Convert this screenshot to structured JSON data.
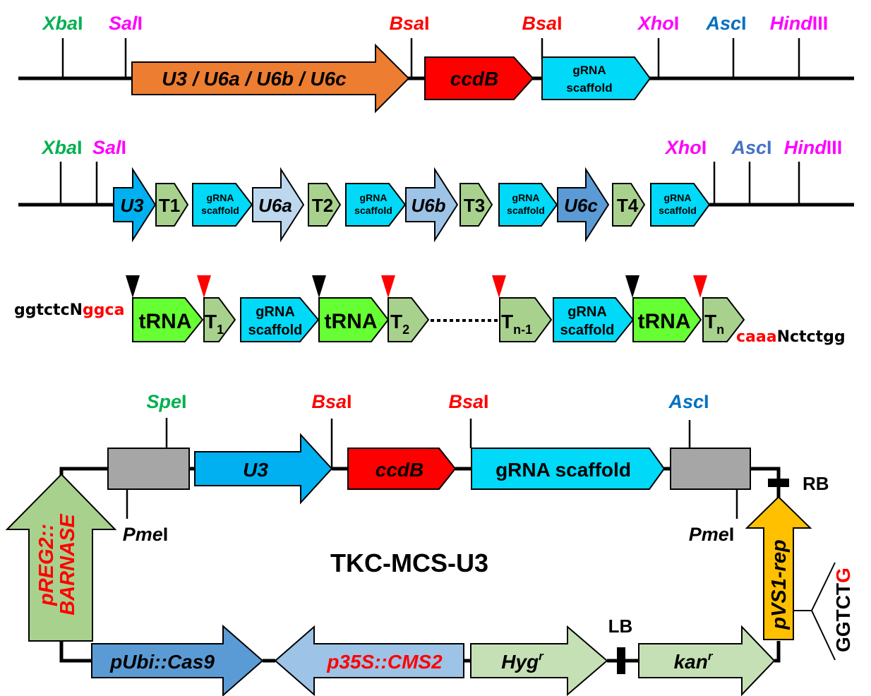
{
  "colors": {
    "green_site": "#00b050",
    "magenta_site": "#ff00ff",
    "red_site": "#ff0000",
    "blue_site": "#0070c0",
    "blue_site_light": "#4472c4",
    "orange_promoter": "#ed7d31",
    "ccdB_red": "#ff0000",
    "scaffold_cyan": "#00d9f7",
    "U3_blue": "#00b0f0",
    "U6a_blue": "#bdd7ee",
    "U6b_blue": "#9dc3e6",
    "U6c_blue": "#5b9bd5",
    "terminator_green": "#a9d18e",
    "tRNA_green": "#66ff33",
    "grey_box": "#a6a6a6",
    "barnase_green": "#a9d18e",
    "cas9_blue": "#5b9bd5",
    "cms2_blue": "#9dc3e6",
    "marker_green": "#c5e0b4",
    "rep_yellow": "#ffc000"
  },
  "panel1": {
    "sites": [
      {
        "italic": "Xba",
        "suffix": "I",
        "color": "#00b050"
      },
      {
        "italic": "Sal",
        "suffix": "I",
        "color": "#ff00ff"
      },
      {
        "italic": "Bsa",
        "suffix": "I",
        "color": "#ff0000"
      },
      {
        "italic": "Bsa",
        "suffix": "I",
        "color": "#ff0000"
      },
      {
        "italic": "Xho",
        "suffix": "I",
        "color": "#ff00ff"
      },
      {
        "italic": "Asc",
        "suffix": "I",
        "color": "#0070c0"
      },
      {
        "italic": "Hind",
        "suffix": "III",
        "color": "#ff00ff"
      }
    ],
    "promoter_label": "U3 / U6a / U6b / U6c",
    "ccdB_label": "ccdB",
    "scaffold_line1": "gRNA",
    "scaffold_line2": "scaffold"
  },
  "panel2": {
    "sites": [
      {
        "italic": "Xba",
        "suffix": "I",
        "color": "#00b050"
      },
      {
        "italic": "Sal",
        "suffix": "I",
        "color": "#ff00ff"
      },
      {
        "italic": "Xho",
        "suffix": "I",
        "color": "#ff00ff"
      },
      {
        "italic": "Asc",
        "suffix": "I",
        "color": "#4472c4"
      },
      {
        "italic": "Hind",
        "suffix": "III",
        "color": "#ff00ff"
      }
    ],
    "cassettes": [
      {
        "promoter": "U3",
        "terminator": "T1"
      },
      {
        "promoter": "U6a",
        "terminator": "T2"
      },
      {
        "promoter": "U6b",
        "terminator": "T3"
      },
      {
        "promoter": "U6c",
        "terminator": "T4"
      }
    ],
    "scaffold_line1": "gRNA",
    "scaffold_line2": "scaffold"
  },
  "panel3": {
    "left_seq_black": "ggtctcN",
    "left_seq_red": "ggca",
    "right_seq_red": "caaa",
    "right_seq_black": "Nctctgg",
    "tRNA_label": "tRNA",
    "terminators": [
      {
        "base": "T",
        "sub": "1"
      },
      {
        "base": "T",
        "sub": "2"
      },
      {
        "base": "T",
        "sub": "n-1"
      },
      {
        "base": "T",
        "sub": "n"
      }
    ],
    "scaffold_line1": "gRNA",
    "scaffold_line2": "scaffold"
  },
  "panel4": {
    "vector_name": "TKC-MCS-U3",
    "top_sites": [
      {
        "italic": "Spe",
        "suffix": "I",
        "color": "#00b050"
      },
      {
        "italic": "Bsa",
        "suffix": "I",
        "color": "#ff0000"
      },
      {
        "italic": "Bsa",
        "suffix": "I",
        "color": "#ff0000"
      },
      {
        "italic": "Asc",
        "suffix": "I",
        "color": "#0070c0"
      }
    ],
    "bottom_sites": [
      {
        "italic": "Pme",
        "suffix": "I",
        "color": "#000000"
      },
      {
        "italic": "Pme",
        "suffix": "I",
        "color": "#000000"
      }
    ],
    "U3_label": "U3",
    "ccdB_label": "ccdB",
    "scaffold_label": "gRNA scaffold",
    "RB_label": "RB",
    "LB_label": "LB",
    "barnase_line1": "pREG2::",
    "barnase_line2": "BARNASE",
    "cas9_label": "pUbi::Cas9",
    "cms2_label": "p35S::CMS2",
    "hyg_label": "Hyg",
    "hyg_sup": "r",
    "kan_label": "kan",
    "kan_sup": "r",
    "rep_label": "pVS1-rep",
    "mutation_black": "GGTCT",
    "mutation_red": "G"
  }
}
